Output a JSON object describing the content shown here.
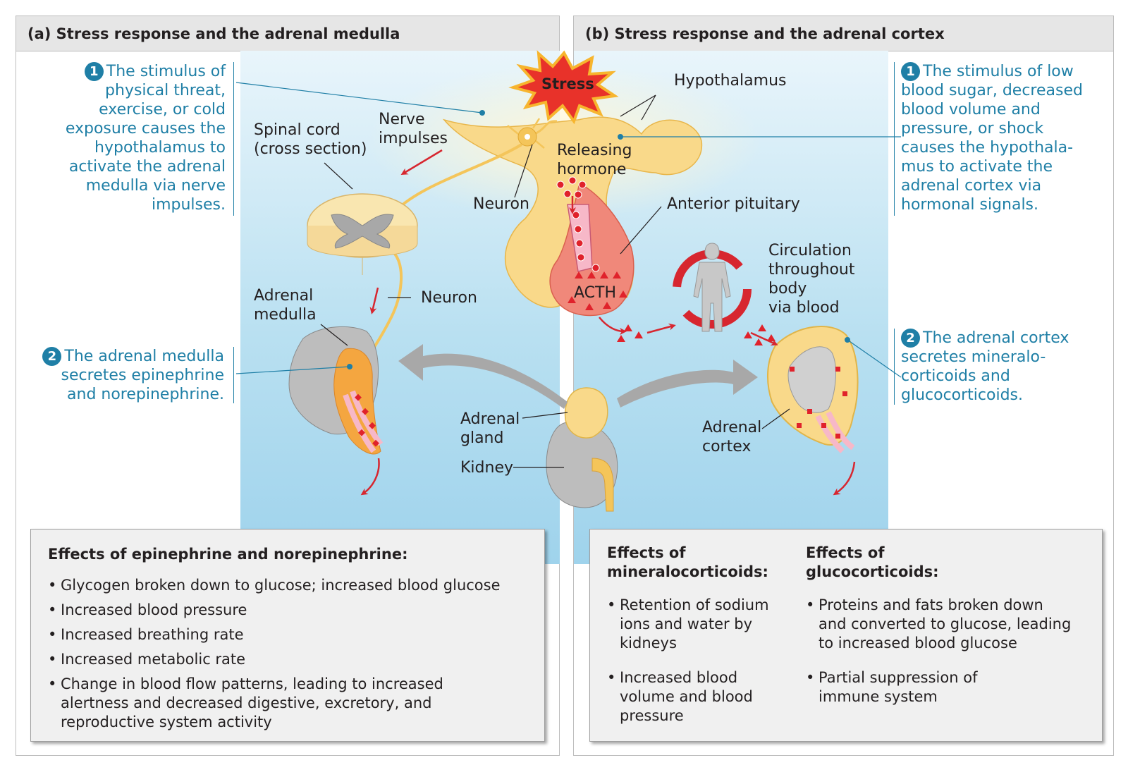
{
  "panel_a": {
    "title": "(a) Stress response and the adrenal medulla"
  },
  "panel_b": {
    "title": "(b) Stress response and the adrenal cortex"
  },
  "labels": {
    "stress": "Stress",
    "hypothalamus": "Hypothalamus",
    "nerve_impulses": [
      "Nerve",
      "impulses"
    ],
    "spinal_cord": [
      "Spinal cord",
      "(cross section)"
    ],
    "releasing_hormone": [
      "Releasing",
      "hormone"
    ],
    "neuron_top": "Neuron",
    "anterior_pituitary": "Anterior pituitary",
    "acth": "ACTH",
    "circulation": [
      "Circulation",
      "throughout",
      "body",
      "via blood"
    ],
    "adrenal_medulla": [
      "Adrenal",
      "medulla"
    ],
    "neuron_mid": "Neuron",
    "adrenal_gland": [
      "Adrenal",
      "gland"
    ],
    "kidney": "Kidney",
    "adrenal_cortex": [
      "Adrenal",
      "cortex"
    ]
  },
  "steps_a": [
    {
      "number": "1",
      "lines": [
        "The stimulus of",
        "physical threat,",
        "exercise, or cold",
        "exposure causes the",
        "hypothalamus to",
        "activate the adrenal",
        "medulla via nerve",
        "impulses."
      ]
    },
    {
      "number": "2",
      "lines": [
        "The adrenal medulla",
        "secretes epinephrine",
        "and norepinephrine."
      ]
    }
  ],
  "steps_b": [
    {
      "number": "1",
      "lines": [
        "The stimulus of low",
        "blood sugar, decreased",
        "blood volume and",
        "pressure, or shock",
        "causes the hypothala-",
        "mus to activate the",
        "adrenal cortex via",
        "hormonal signals."
      ]
    },
    {
      "number": "2",
      "lines": [
        "The adrenal cortex",
        "secretes mineralo-",
        "corticoids and",
        "glucocorticoids."
      ]
    }
  ],
  "effects_a": {
    "heading": "Effects of epinephrine and norepinephrine:",
    "items": [
      [
        "Glycogen broken down to glucose; increased blood glucose"
      ],
      [
        "Increased blood pressure"
      ],
      [
        "Increased breathing rate"
      ],
      [
        "Increased metabolic rate"
      ],
      [
        "Change in blood flow patterns, leading to increased",
        "alertness and decreased digestive, excretory, and",
        "reproductive system activity"
      ]
    ]
  },
  "effects_b_mineral": {
    "heading": [
      "Effects of",
      "mineralocorticoids:"
    ],
    "items": [
      [
        "Retention of sodium",
        "ions and water by",
        "kidneys"
      ],
      [
        "Increased blood",
        "volume and blood",
        "pressure"
      ]
    ]
  },
  "effects_b_gluco": {
    "heading": [
      "Effects of",
      "glucocorticoids:"
    ],
    "items": [
      [
        "Proteins and fats broken down",
        "and converted to glucose, leading",
        "to increased blood glucose"
      ],
      [
        "Partial suppression of",
        "immune system"
      ]
    ]
  },
  "colors": {
    "teal": "#1f7fa6",
    "red": "#d7262f",
    "hormone_red": "#e0222b",
    "neuron_yellow": "#f4c55a",
    "tissue_yellow": "#f9d98a",
    "gray": "#a8a8a8"
  }
}
